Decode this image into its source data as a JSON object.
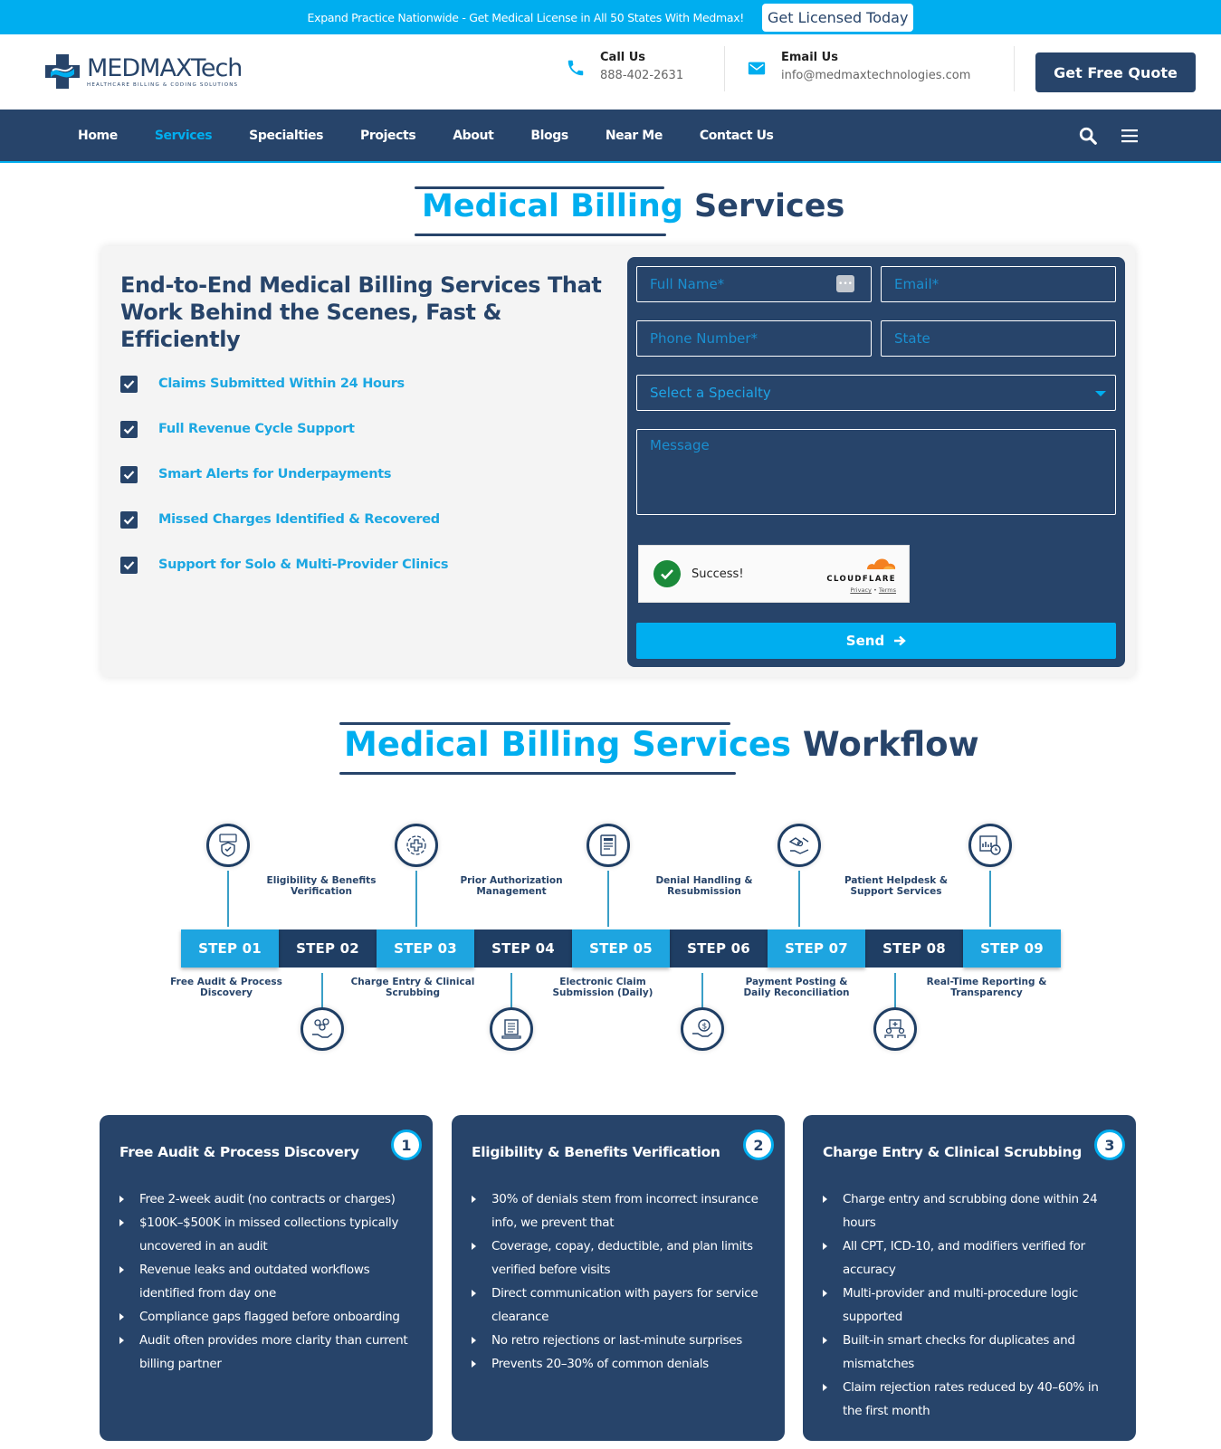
{
  "topbar": {
    "text": "Expand Practice Nationwide - Get Medical License in All 50 States With Medmax!",
    "button": "Get Licensed Today"
  },
  "header": {
    "logo_main": "MEDMAX",
    "logo_accent": "Tech",
    "logo_tagline": "HEALTHCARE BILLING & CODING SOLUTIONS",
    "call_title": "Call Us",
    "call_value": "888-402-2631",
    "email_title": "Email Us",
    "email_value": "info@medmaxtechnologies.com",
    "quote_button": "Get Free Quote"
  },
  "nav": {
    "items": [
      {
        "label": "Home"
      },
      {
        "label": "Services",
        "active": true
      },
      {
        "label": "Specialties"
      },
      {
        "label": "Projects"
      },
      {
        "label": "About"
      },
      {
        "label": "Blogs"
      },
      {
        "label": "Near Me"
      },
      {
        "label": "Contact Us"
      }
    ],
    "icons": [
      "search-icon",
      "hamburger-menu-icon"
    ]
  },
  "hero": {
    "title_blue": "Medical Billing",
    "title_dark": "Services",
    "heading": "End-to-End Medical Billing Services That Work Behind the Scenes, Fast & Efficiently",
    "features": [
      "Claims Submitted Within 24 Hours",
      "Full Revenue Cycle Support",
      "Smart Alerts for Underpayments",
      "Missed Charges Identified & Recovered",
      "Support for Solo & Multi-Provider Clinics"
    ]
  },
  "form": {
    "full_name_placeholder": "Full Name*",
    "email_placeholder": "Email*",
    "phone_placeholder": "Phone Number*",
    "state_placeholder": "State",
    "specialty_selected": "Select a Specialty",
    "message_placeholder": "Message",
    "captcha_status": "Success!",
    "captcha_brand": "CLOUDFLARE",
    "captcha_privacy": "Privacy",
    "captcha_terms": "Terms",
    "send_label": "Send"
  },
  "workflow": {
    "title_blue": "Medical Billing Services",
    "title_dark": "Workflow",
    "steps": [
      {
        "label": "STEP 01",
        "desc": "Free Audit & Process Discovery",
        "icon": "audit-shield-icon"
      },
      {
        "label": "STEP 02",
        "desc": "Eligibility & Benefits Verification",
        "icon": "hand-coins-icon"
      },
      {
        "label": "STEP 03",
        "desc": "Charge Entry & Clinical Scrubbing",
        "icon": "medical-cross-hands-icon"
      },
      {
        "label": "STEP 04",
        "desc": "Prior Authorization Management",
        "icon": "laptop-checklist-icon"
      },
      {
        "label": "STEP 05",
        "desc": "Electronic Claim Submission (Daily)",
        "icon": "claim-document-icon"
      },
      {
        "label": "STEP 06",
        "desc": "Denial Handling & Resubmission",
        "icon": "hand-dollar-icon"
      },
      {
        "label": "STEP 07",
        "desc": "Payment Posting & Daily Reconciliation",
        "icon": "handshake-payment-icon"
      },
      {
        "label": "STEP 08",
        "desc": "Patient Helpdesk & Support Services",
        "icon": "patient-support-icon"
      },
      {
        "label": "STEP 09",
        "desc": "Real-Time Reporting & Transparency",
        "icon": "report-clock-icon"
      }
    ]
  },
  "cards": [
    {
      "number": "1",
      "title": "Free Audit & Process Discovery",
      "items": [
        "Free 2-week audit (no contracts or charges)",
        "$100K–$500K in missed collections typically uncovered in an audit",
        "Revenue leaks and outdated workflows identified from day one",
        "Compliance gaps flagged before onboarding",
        "Audit often provides more clarity than current billing partner"
      ]
    },
    {
      "number": "2",
      "title": "Eligibility & Benefits Verification",
      "items": [
        "30% of denials stem from incorrect insurance info, we prevent that",
        "Coverage, copay, deductible, and plan limits verified before visits",
        "Direct communication with payers for service clearance",
        "No retro rejections or last-minute surprises",
        "Prevents 20–30% of common denials"
      ]
    },
    {
      "number": "3",
      "title": "Charge Entry & Clinical Scrubbing",
      "items": [
        "Charge entry and scrubbing done within 24 hours",
        "All CPT, ICD-10, and modifiers verified for accuracy",
        "Multi-provider and multi-procedure logic supported",
        "Built-in smart checks for duplicates and mismatches",
        "Claim rejection rates reduced by 40–60% in the first month"
      ]
    }
  ],
  "colors": {
    "brand_blue": "#00aeef",
    "brand_navy": "#27446a",
    "step_dark": "#1f3e64"
  }
}
